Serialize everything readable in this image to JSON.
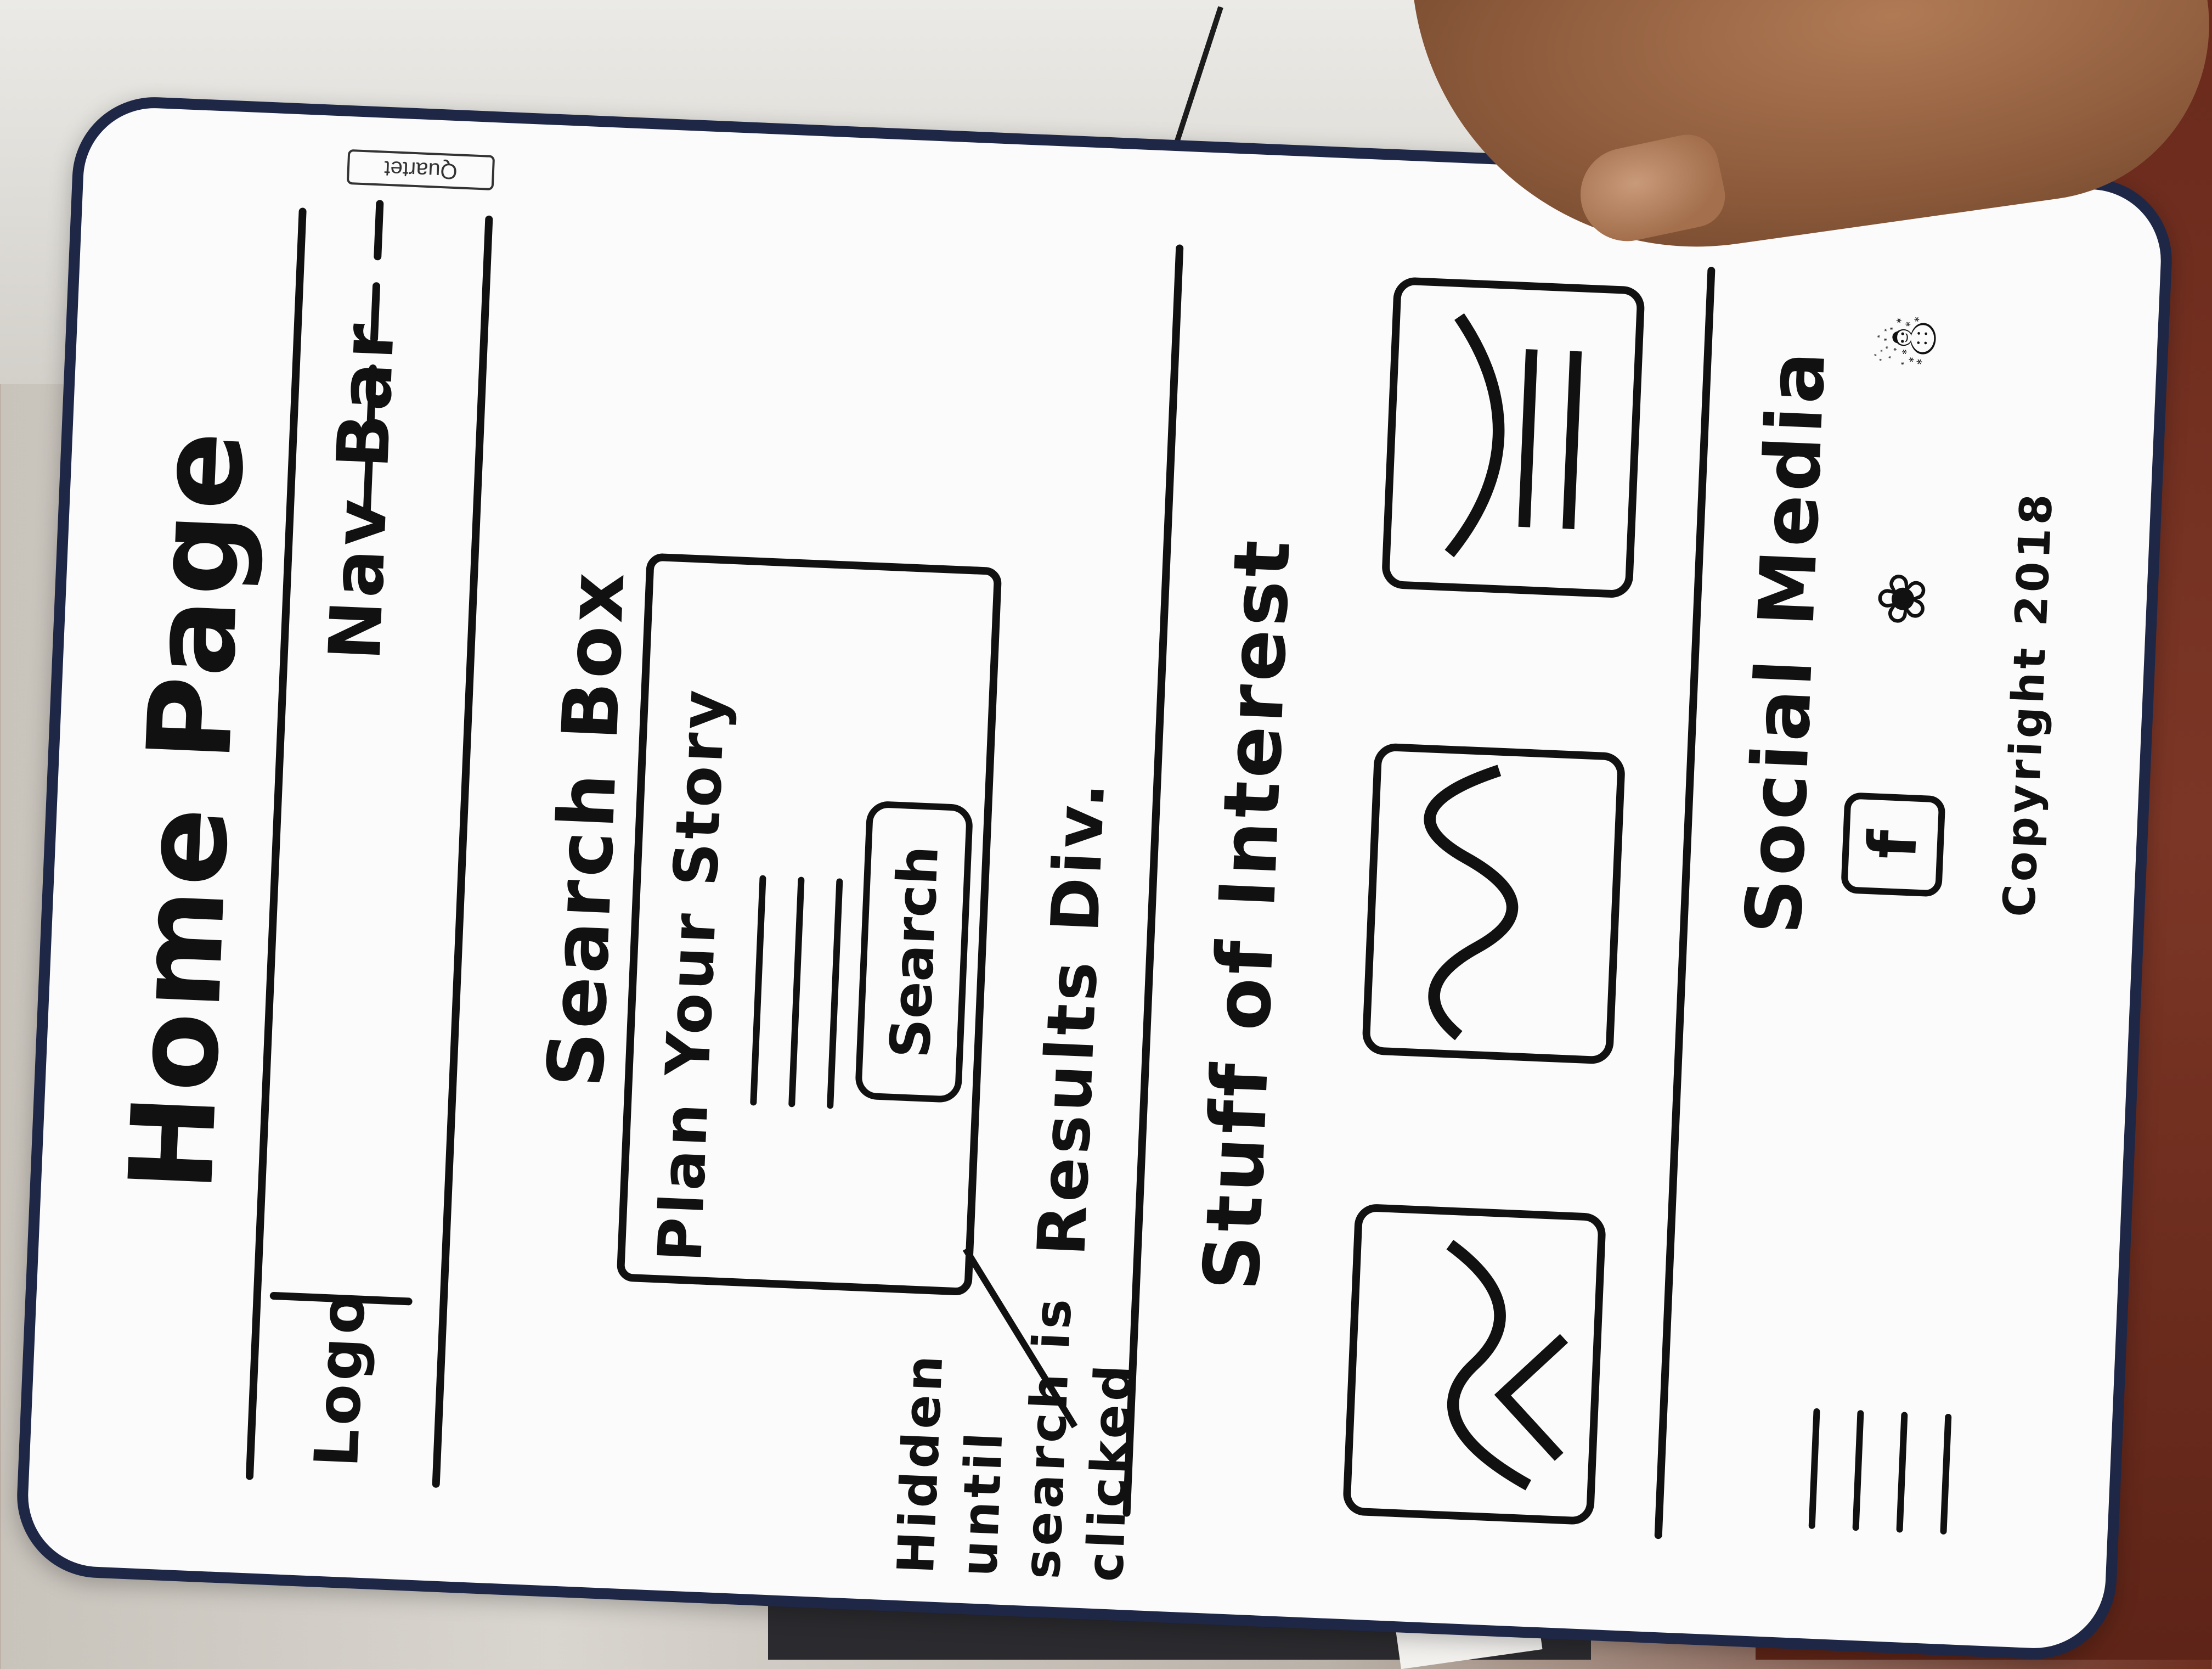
{
  "brand": "Quartet",
  "sketch": {
    "title": "Home Page",
    "logo": "Logo",
    "nav_bar": "Nav Bar",
    "search_box_label": "Search Box",
    "plan_label": "Plan Your Story",
    "search_button": "Search",
    "hidden_note": "Hidden\nuntil\nsearch is\nclicked",
    "results_label": "Results Div.",
    "interest_label": "Stuff of Interest",
    "social_label": "Social Media",
    "social_icons": [
      "facebook-icon",
      "twitter-icon",
      "snapchat-icon"
    ],
    "copyright": "Copyright 2018"
  }
}
